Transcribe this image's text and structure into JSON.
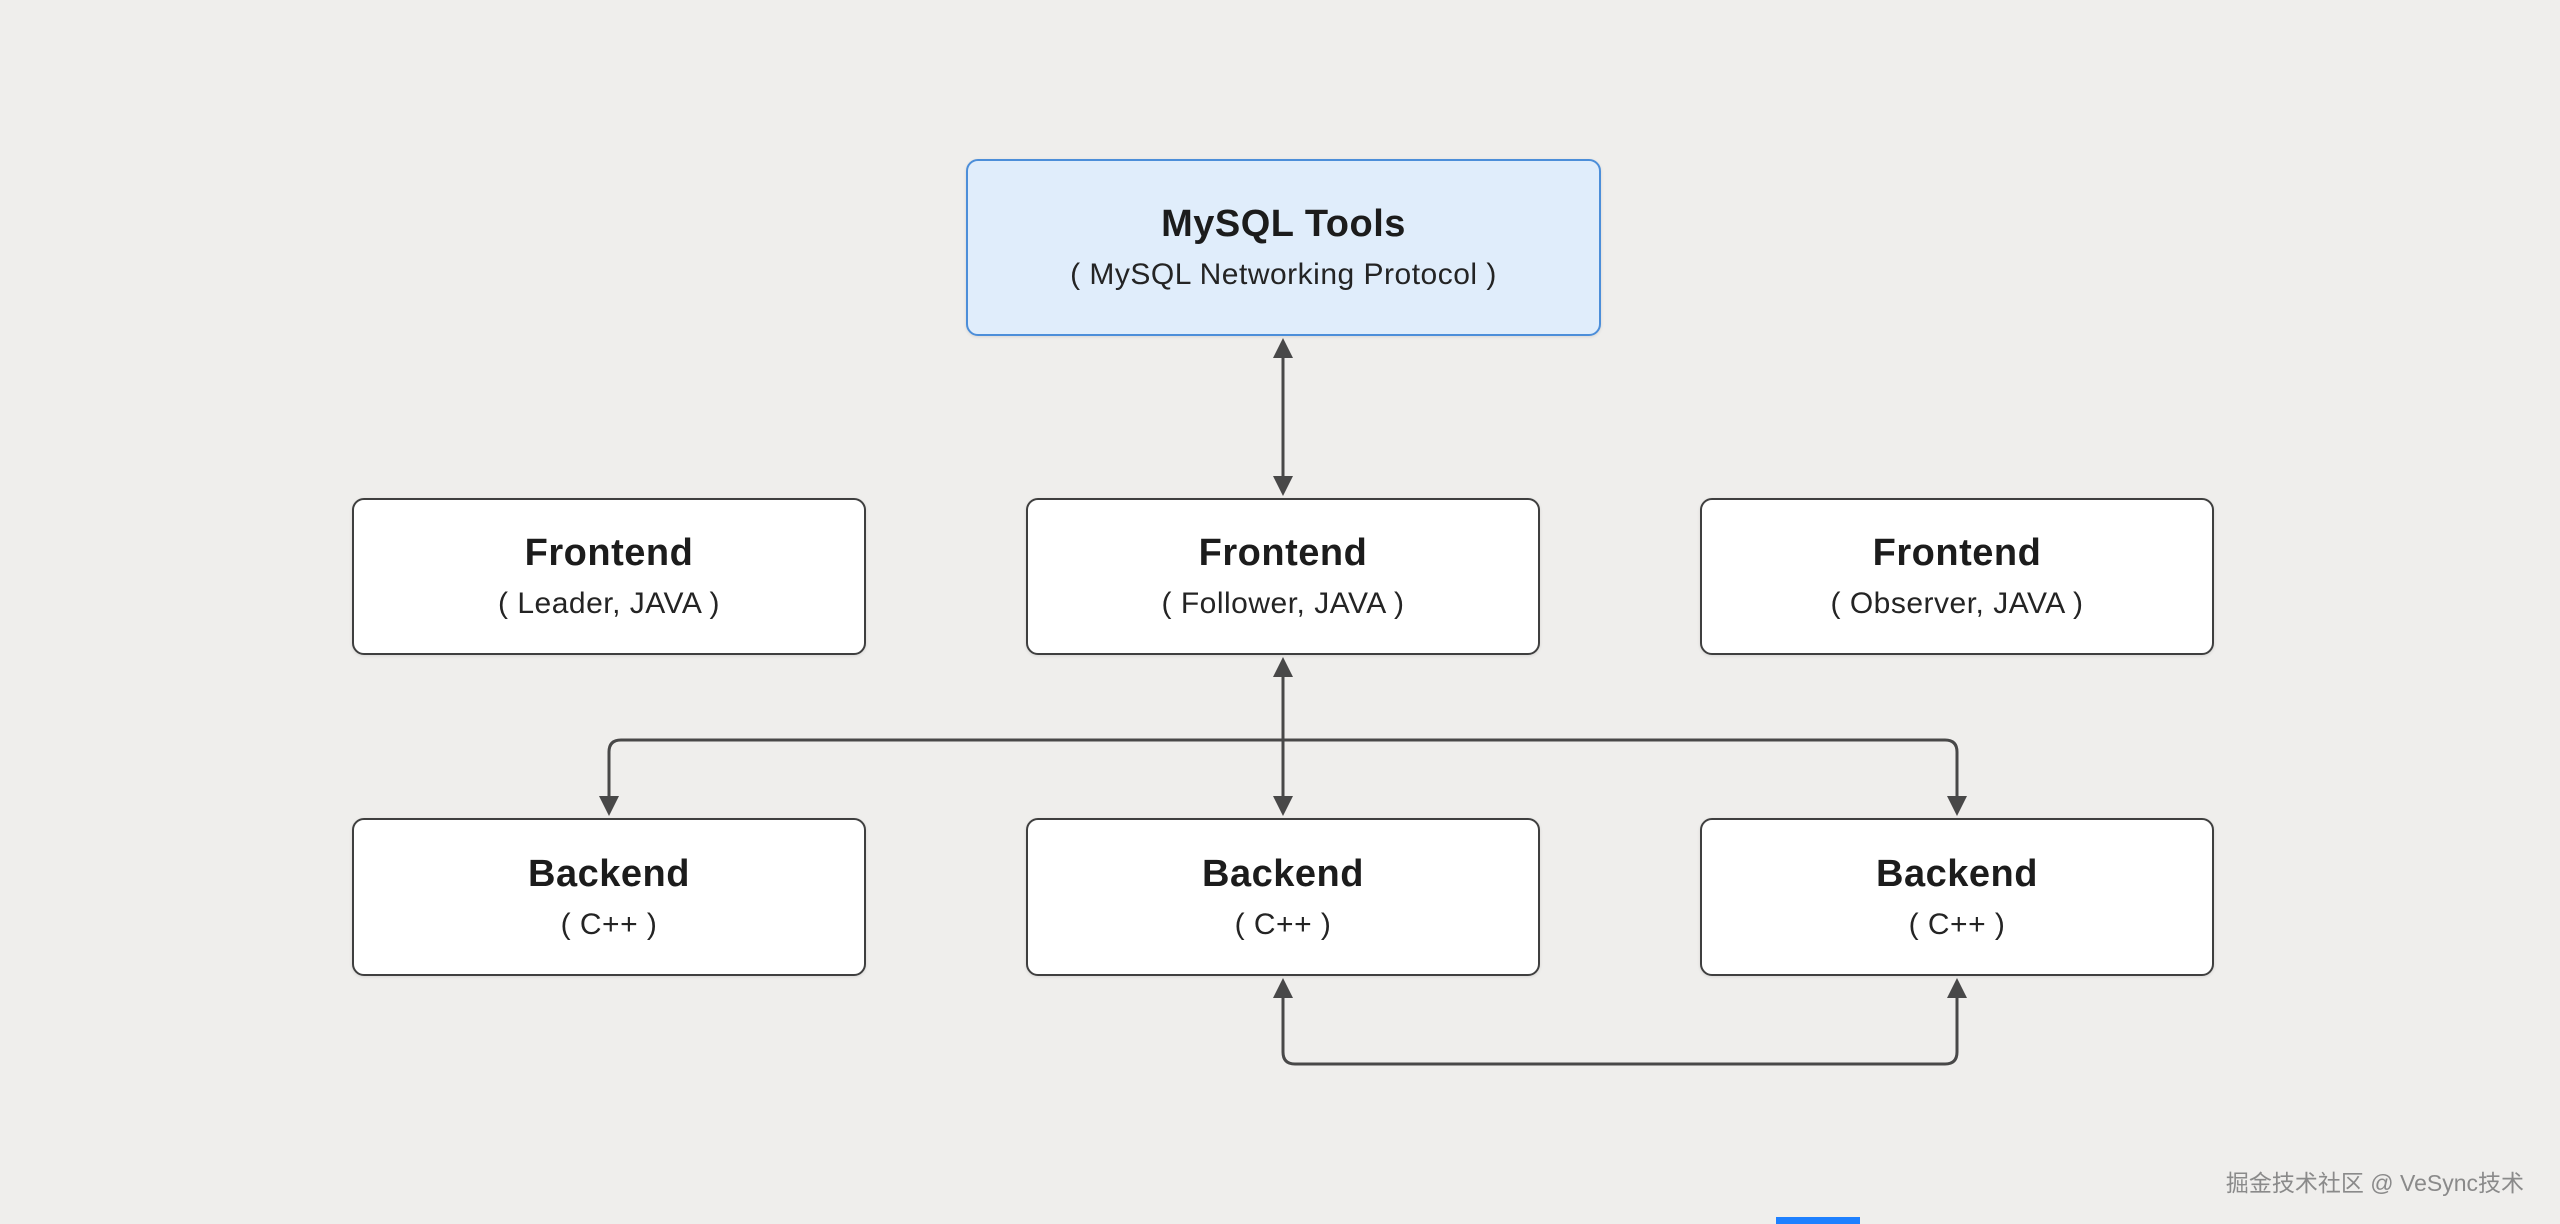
{
  "nodes": {
    "mysql_tools": {
      "title": "MySQL Tools",
      "subtitle": "( MySQL Networking Protocol )"
    },
    "frontend_leader": {
      "title": "Frontend",
      "subtitle": "( Leader, JAVA )"
    },
    "frontend_follower": {
      "title": "Frontend",
      "subtitle": "( Follower, JAVA )"
    },
    "frontend_observer": {
      "title": "Frontend",
      "subtitle": "( Observer, JAVA )"
    },
    "backend_left": {
      "title": "Backend",
      "subtitle": "( C++ )"
    },
    "backend_middle": {
      "title": "Backend",
      "subtitle": "( C++ )"
    },
    "backend_right": {
      "title": "Backend",
      "subtitle": "( C++ )"
    }
  },
  "connections": [
    {
      "from": "mysql_tools",
      "to": "frontend_follower",
      "type": "bidirectional"
    },
    {
      "from": "frontend_follower",
      "to": "backend_middle",
      "type": "bidirectional"
    },
    {
      "from": "frontend_follower",
      "to": "backend_left",
      "type": "arrow-down"
    },
    {
      "from": "frontend_follower",
      "to": "backend_right",
      "type": "arrow-down"
    },
    {
      "from": "backend_middle",
      "to": "backend_right",
      "type": "bidirectional"
    }
  ],
  "watermark": "掘金技术社区 @ VeSync技术",
  "colors": {
    "background": "#efeeec",
    "node_fill": "#ffffff",
    "node_border": "#3f3f3f",
    "highlight_fill": "#e0edfb",
    "highlight_border": "#4c8ed9",
    "arrow": "#484848",
    "watermark_text": "#8a8a8a",
    "bottom_strip": "#1e80ff"
  }
}
